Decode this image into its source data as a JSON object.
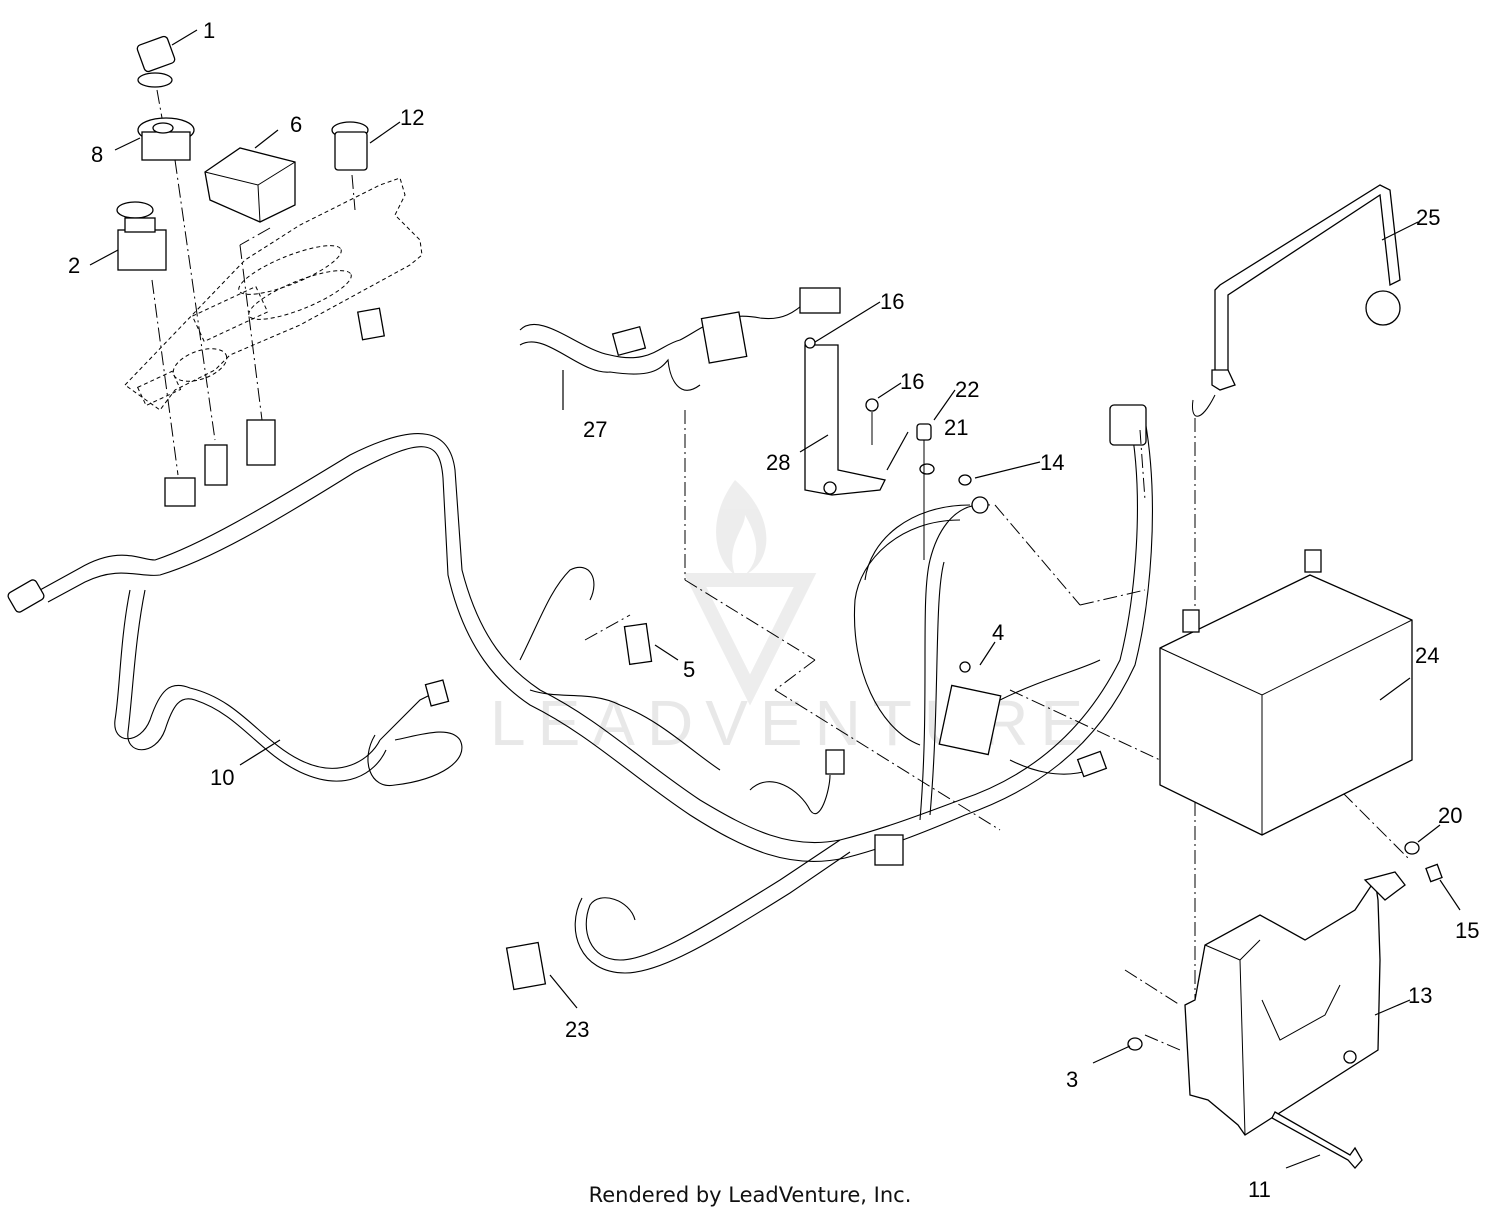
{
  "diagram": {
    "title": "Electrical wiring harness and battery assembly (exploded view)",
    "watermark": "LEADVENTURE",
    "footer": "Rendered by LeadVenture, Inc.",
    "callouts": [
      {
        "id": "1",
        "label": "1"
      },
      {
        "id": "2",
        "label": "2"
      },
      {
        "id": "3",
        "label": "3"
      },
      {
        "id": "4",
        "label": "4"
      },
      {
        "id": "5",
        "label": "5"
      },
      {
        "id": "6",
        "label": "6"
      },
      {
        "id": "8",
        "label": "8"
      },
      {
        "id": "10",
        "label": "10"
      },
      {
        "id": "11",
        "label": "11"
      },
      {
        "id": "12",
        "label": "12"
      },
      {
        "id": "13",
        "label": "13"
      },
      {
        "id": "14",
        "label": "14"
      },
      {
        "id": "15",
        "label": "15"
      },
      {
        "id": "16a",
        "label": "16"
      },
      {
        "id": "16b",
        "label": "16"
      },
      {
        "id": "20",
        "label": "20"
      },
      {
        "id": "21",
        "label": "21"
      },
      {
        "id": "22",
        "label": "22"
      },
      {
        "id": "23",
        "label": "23"
      },
      {
        "id": "24",
        "label": "24"
      },
      {
        "id": "25",
        "label": "25"
      },
      {
        "id": "27",
        "label": "27"
      },
      {
        "id": "28",
        "label": "28"
      }
    ]
  }
}
